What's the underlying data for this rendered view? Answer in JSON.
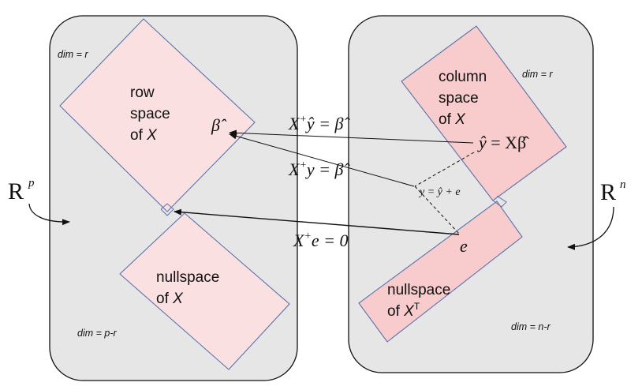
{
  "left_space": {
    "symbol": "R",
    "exponent": "p",
    "row_space": {
      "line1": "row",
      "line2": "space",
      "line3_prefix": "of ",
      "line3_var": "X",
      "dim_label": "dim = r"
    },
    "nullspace": {
      "line1": "nullspace",
      "line2_prefix": "of ",
      "line2_var": "X",
      "dim_label": "dim = p-r"
    },
    "beta_hat": "β̂"
  },
  "right_space": {
    "symbol": "R",
    "exponent": "n",
    "column_space": {
      "line1": "column",
      "line2": "space",
      "line3_prefix": "of ",
      "line3_var": "X",
      "dim_label": "dim = r"
    },
    "nullspace": {
      "line1": "nullspace",
      "line2_prefix": "of ",
      "line2_var": "X",
      "line2_sup": "T",
      "dim_label": "dim = n-r"
    },
    "y_hat_eq": {
      "lhs": "ŷ",
      "rhs": " = Xβ̂"
    },
    "y_eq": "y = ŷ + e",
    "e_label": "e"
  },
  "maps": {
    "pinv_yhat": {
      "a": "X",
      "sup": "+",
      "b": "ŷ = β̂"
    },
    "pinv_y": {
      "a": "X",
      "sup": "+",
      "b": "y = β̂"
    },
    "pinv_e": {
      "a": "X",
      "sup": "+",
      "b": "e = 0"
    }
  },
  "colors": {
    "panel_fill": "#e6e6e6",
    "panel_stroke": "#111111",
    "light_pink": "#fbe0e2",
    "dark_pink": "#f8cbcd",
    "subspace_stroke": "#5b73a8"
  }
}
